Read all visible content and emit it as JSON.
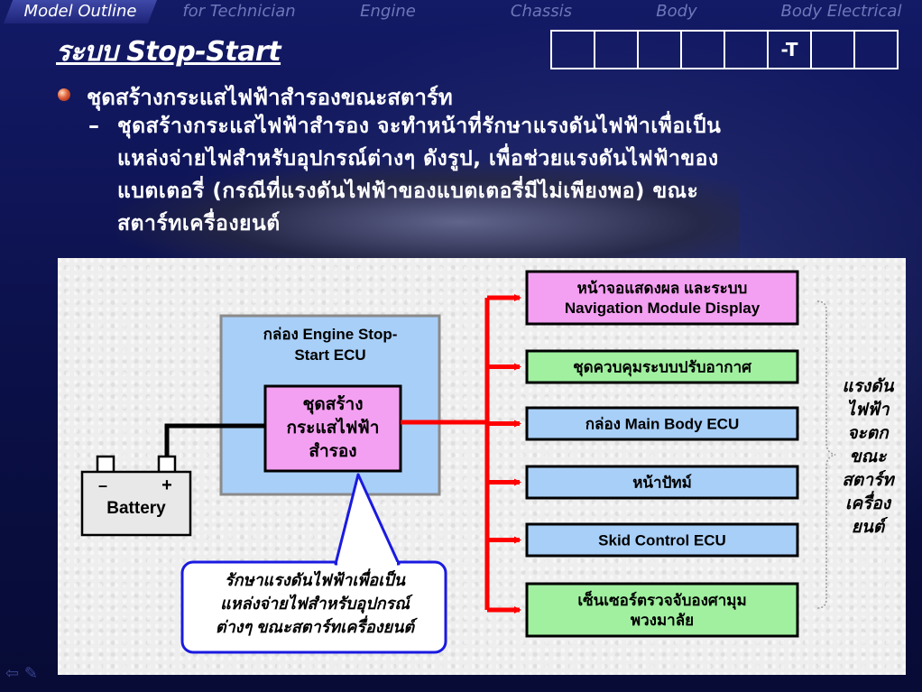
{
  "nav": {
    "tabs": [
      "Model Outline",
      "for Technician",
      "Engine",
      "Chassis",
      "Body",
      "Body Electrical"
    ],
    "active": "Model Outline"
  },
  "title": "ระบบ Stop-Start",
  "code_cells": [
    "",
    "",
    "",
    "",
    "",
    "-T",
    "",
    ""
  ],
  "bullet": {
    "heading": "ชุดสร้างกระแสไฟฟ้าสำรองขณะสตาร์ท",
    "dash": "–",
    "lines": [
      "ชุดสร้างกระแสไฟฟ้าสำรอง จะทำหน้าที่รักษาแรงดันไฟฟ้าเพื่อเป็น",
      "แหล่งจ่ายไฟสำหรับอุปกรณ์ต่างๆ ดังรูป, เพื่อช่วยแรงดันไฟฟ้าของ",
      "แบตเตอรี่ (กรณีที่แรงดันไฟฟ้าของแบตเตอรี่มีไม่เพียงพอ) ขณะ",
      "สตาร์ทเครื่องยนต์"
    ]
  },
  "diagram": {
    "ecu_box": {
      "lines": [
        "กล่อง Engine Stop-",
        "Start ECU"
      ]
    },
    "generator": {
      "lines": [
        "ชุดสร้าง",
        "กระแสไฟฟ้า",
        "สำรอง"
      ]
    },
    "battery": {
      "label": "Battery",
      "minus": "–",
      "plus": "+"
    },
    "callout": {
      "lines": [
        "รักษาแรงดันไฟฟ้าเพื่อเป็น",
        "แหล่งจ่ายไฟสำหรับอุปกรณ์",
        "ต่างๆ ขณะสตาร์ทเครื่องยนต์"
      ]
    },
    "devices": [
      {
        "lines": [
          "หน้าจอแสดงผล และระบบ",
          "Navigation Module Display"
        ],
        "color": "#f4a0f2"
      },
      {
        "lines": [
          "ชุดควบคุมระบบปรับอากาศ"
        ],
        "color": "#a0f0a0"
      },
      {
        "lines": [
          "กล่อง Main Body ECU"
        ],
        "color": "#a8cff8"
      },
      {
        "lines": [
          "หน้าปัทม์"
        ],
        "color": "#a8cff8"
      },
      {
        "lines": [
          "Skid Control ECU"
        ],
        "color": "#a8cff8"
      },
      {
        "lines": [
          "เซ็นเซอร์ตรวจจับองศามุม",
          "พวงมาลัย"
        ],
        "color": "#a0f0a0"
      }
    ],
    "side_note": [
      "แรงดัน",
      "ไฟฟ้า",
      "จะตก",
      "ขณะ",
      "สตาร์ท",
      "เครื่อง",
      "ยนต์"
    ]
  },
  "colors": {
    "background": "#0a0f45",
    "ecu_box": "#a8cff8",
    "generator": "#f4a0f2",
    "wire_red": "#ff0000",
    "callout_border": "#1a1ae0",
    "side_note": "#1a3ad8"
  }
}
